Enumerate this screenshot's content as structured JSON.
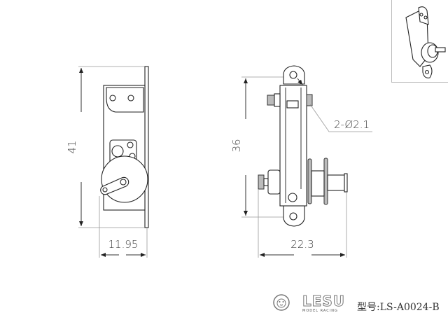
{
  "drawing": {
    "left_view": {
      "height_dim": "41",
      "width_dim": "11.95"
    },
    "right_view": {
      "height_dim": "36",
      "width_dim": "22.3",
      "hole_callout": "2-Ø2.1"
    }
  },
  "title_block": {
    "brand": "LESU",
    "brand_sub": "MODEL RACING",
    "model_label": "型号:LS-A0024-B"
  }
}
